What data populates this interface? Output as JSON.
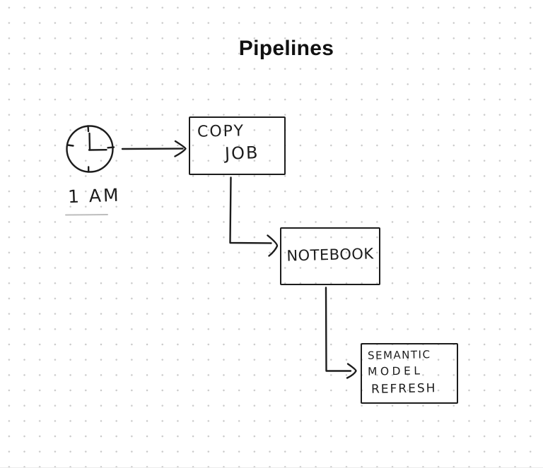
{
  "canvas": {
    "title": "Pipelines",
    "background_color": "#ffffff",
    "dot_grid_color": "#c9c9c9",
    "ink_color": "#1c1c1c",
    "underline_color": "#bdbdbd"
  },
  "diagram": {
    "trigger": {
      "icon": "clock-icon",
      "label": "1 AM"
    },
    "nodes": [
      {
        "id": "copy-job",
        "lines": [
          "COPY",
          "JOB"
        ]
      },
      {
        "id": "notebook",
        "lines": [
          "NOTEBOOK"
        ]
      },
      {
        "id": "semantic-model-refresh",
        "lines": [
          "SEMANTIC",
          "MODEL",
          "REFRESH"
        ]
      }
    ],
    "connections": [
      {
        "from": "clock",
        "to": "copy-job"
      },
      {
        "from": "copy-job",
        "to": "notebook"
      },
      {
        "from": "notebook",
        "to": "semantic-model-refresh"
      }
    ]
  }
}
